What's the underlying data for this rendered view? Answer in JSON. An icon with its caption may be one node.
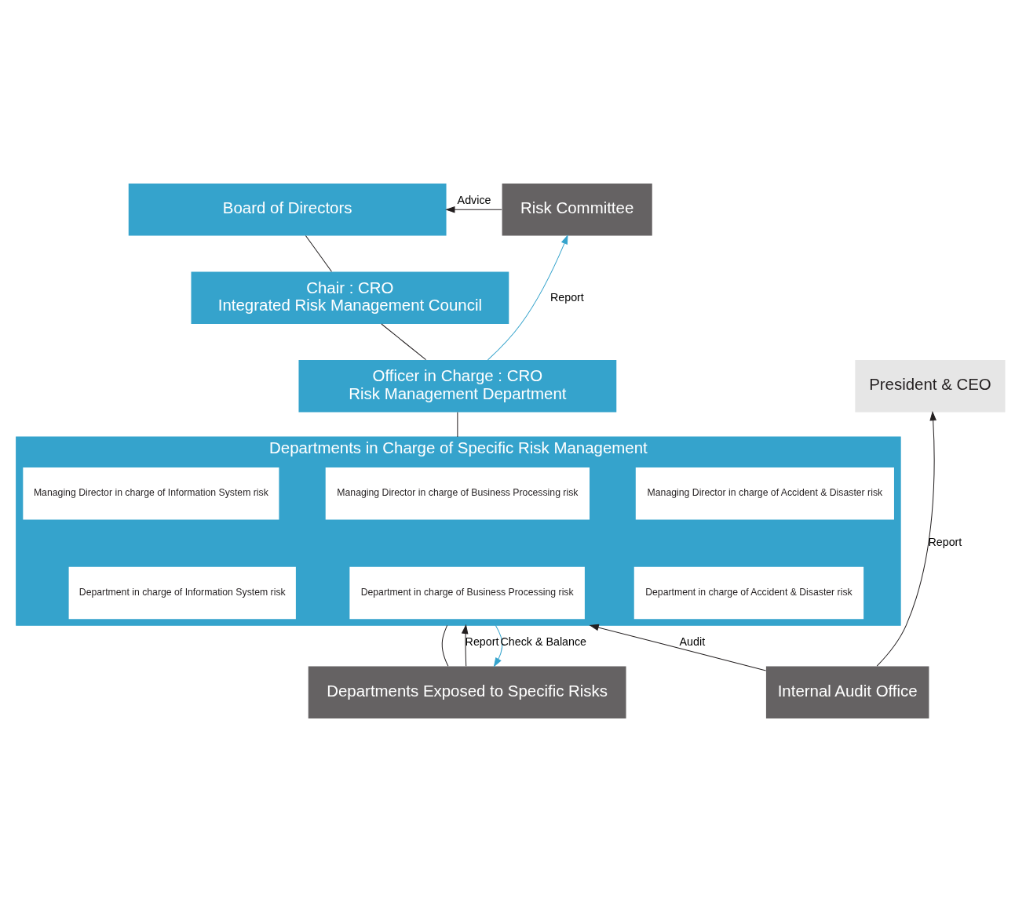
{
  "diagram": {
    "nodes": [
      {
        "text": [
          "Board of Directors"
        ]
      },
      {
        "text": [
          "Chair : CRO",
          "Integrated Risk Management Council"
        ]
      },
      {
        "text": [
          "Officer in Charge : CRO",
          "Risk Management Department"
        ]
      },
      {
        "text": [
          "Departments in Charge of Specific Risk Management"
        ]
      },
      {
        "text": [
          "Managing Director in charge of Information System risk"
        ],
        "in": 3
      },
      {
        "text": [
          "Managing Director in charge of Business Processing risk"
        ],
        "in": 3
      },
      {
        "text": [
          "Managing Director in charge of Accident & Disaster risk"
        ],
        "in": 3
      },
      {
        "text": [
          "Department in charge of Information System risk"
        ],
        "in": 3
      },
      {
        "text": [
          "Department in charge of Business Processing risk"
        ],
        "in": 3
      },
      {
        "text": [
          "Department in charge of Accident & Disaster risk"
        ],
        "in": 3
      },
      {
        "text": [
          "Departments Exposed to Specific Risks"
        ]
      },
      {
        "text": [
          "Risk Committee"
        ]
      },
      {
        "text": [
          "President & CEO"
        ]
      },
      {
        "text": [
          "Internal Audit Office"
        ]
      }
    ],
    "edges": [
      {
        "from": 0,
        "to": 1,
        "arrow": "none"
      },
      {
        "from": 1,
        "to": 2,
        "arrow": "none"
      },
      {
        "from": 2,
        "to": 3,
        "arrow": "none"
      },
      {
        "from": 3,
        "to": 10,
        "arrow": "none"
      },
      {
        "from": 11,
        "to": 0,
        "arrow": "to",
        "label": "Advice"
      },
      {
        "from": 2,
        "to": 11,
        "arrow": "to",
        "label": "Report",
        "color": "#35a3cc"
      },
      {
        "from": 13,
        "to": 12,
        "arrow": "to",
        "label": "Report"
      },
      {
        "from": 13,
        "to": 3,
        "arrow": "to",
        "label": "Audit"
      },
      {
        "from": 10,
        "to": 3,
        "arrow": "to",
        "label": "Report"
      },
      {
        "from": 3,
        "to": 10,
        "arrow": "to",
        "label": "Check & Balance",
        "color": "#35a3cc"
      }
    ]
  }
}
